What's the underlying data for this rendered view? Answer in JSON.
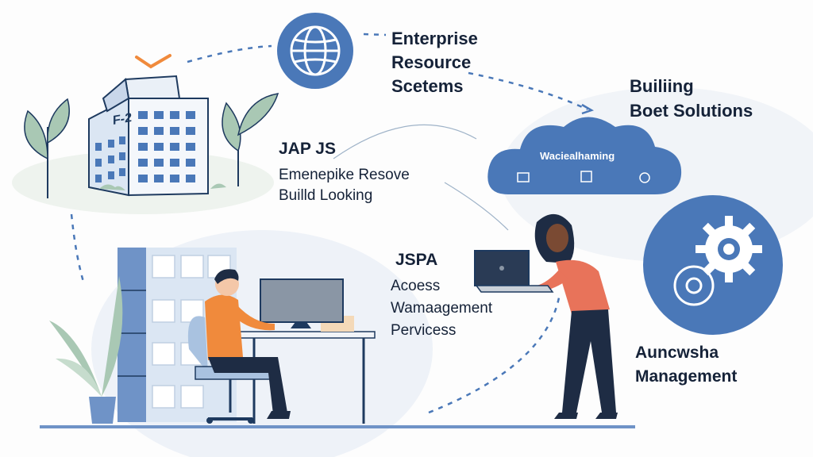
{
  "labels": {
    "erp": [
      "Enterprise",
      "Resource",
      "Scetems"
    ],
    "building_solutions": [
      "Builiing",
      "Boet Solutions"
    ],
    "jap_js": {
      "heading": "JAP JS",
      "lines": [
        "Emenepike Resove",
        "Builld Looking"
      ]
    },
    "jspa": {
      "heading": "JSPA",
      "lines": [
        "Acoess",
        "Wamaagement",
        "Pervicess"
      ]
    },
    "management": [
      "Auncwsha",
      "Management"
    ],
    "cloud_label": "Waciealhaming",
    "building_sign": "F-2"
  },
  "colors": {
    "accent_blue": "#4a78b8",
    "light_blue": "#c9d7ea",
    "plant_green": "#a9c8b4",
    "shirt_orange": "#f08a3c",
    "shirt_coral": "#e8735a",
    "text_dark": "#152238"
  },
  "icons": [
    "globe-icon",
    "cloud-icon",
    "gear-icon",
    "building-illustration",
    "server-rack-illustration",
    "laptop-icon",
    "monitor-icon"
  ]
}
